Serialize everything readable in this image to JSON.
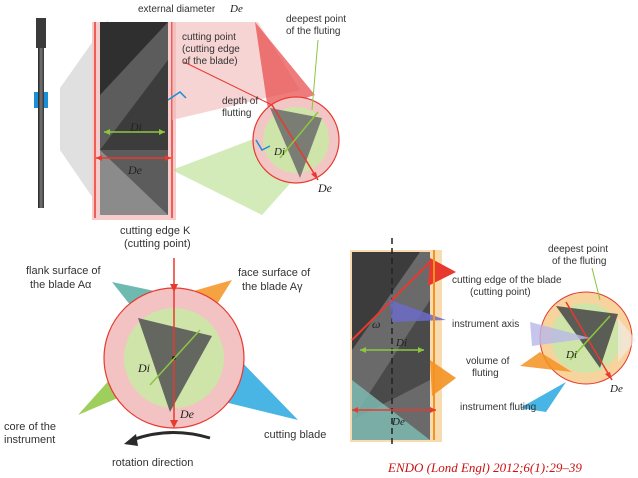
{
  "top": {
    "external_diameter": "external diameter",
    "external_diameter_symbol": "De",
    "cutting_point_1": "cutting point",
    "cutting_point_2": "(cutting edge",
    "cutting_point_3": "of the blade)",
    "deepest_point_1": "deepest point",
    "deepest_point_2": "of the fluting",
    "depth_flutting_1": "depth of",
    "depth_flutting_2": "flutting",
    "di_symbol_left": "Di",
    "de_symbol_left": "De",
    "di_symbol_right": "Di",
    "de_symbol_right": "De"
  },
  "bottom_left": {
    "cutting_edge_1": "cutting edge K",
    "cutting_edge_2": "(cutting point)",
    "flank_1": "flank surface of",
    "flank_2": "the blade Aα",
    "face_1": "face surface of",
    "face_2": "the blade Aγ",
    "core_1": "core of the",
    "core_2": "instrument",
    "cutting_blade": "cutting blade",
    "rotation": "rotation direction",
    "di_symbol": "Di",
    "de_symbol": "De"
  },
  "bottom_right": {
    "deepest_1": "deepest point",
    "deepest_2": "of the fluting",
    "cutting_edge_blade_1": "cutting edge of the blade",
    "cutting_edge_blade_2": "(cutting point)",
    "instrument_axis": "instrument axis",
    "volume_1": "volume of",
    "volume_2": "fluting",
    "instrument_fluting": "instrument fluting",
    "omega_symbol": "ω",
    "di_symbol": "Di",
    "di_symbol_circle": "Di",
    "de_symbol": "De",
    "de_symbol_circle": "De"
  },
  "citation": "ENDO (Lond Engl) 2012;6(1):29–39",
  "colors": {
    "red": "#e8392f",
    "pink": "#f2a3a3",
    "green": "#8dc63f",
    "orange": "#f39222",
    "blue": "#29a8e0",
    "purple": "#6b6bc8",
    "teal": "#3aa6a0",
    "dark": "#3a3a3a"
  }
}
